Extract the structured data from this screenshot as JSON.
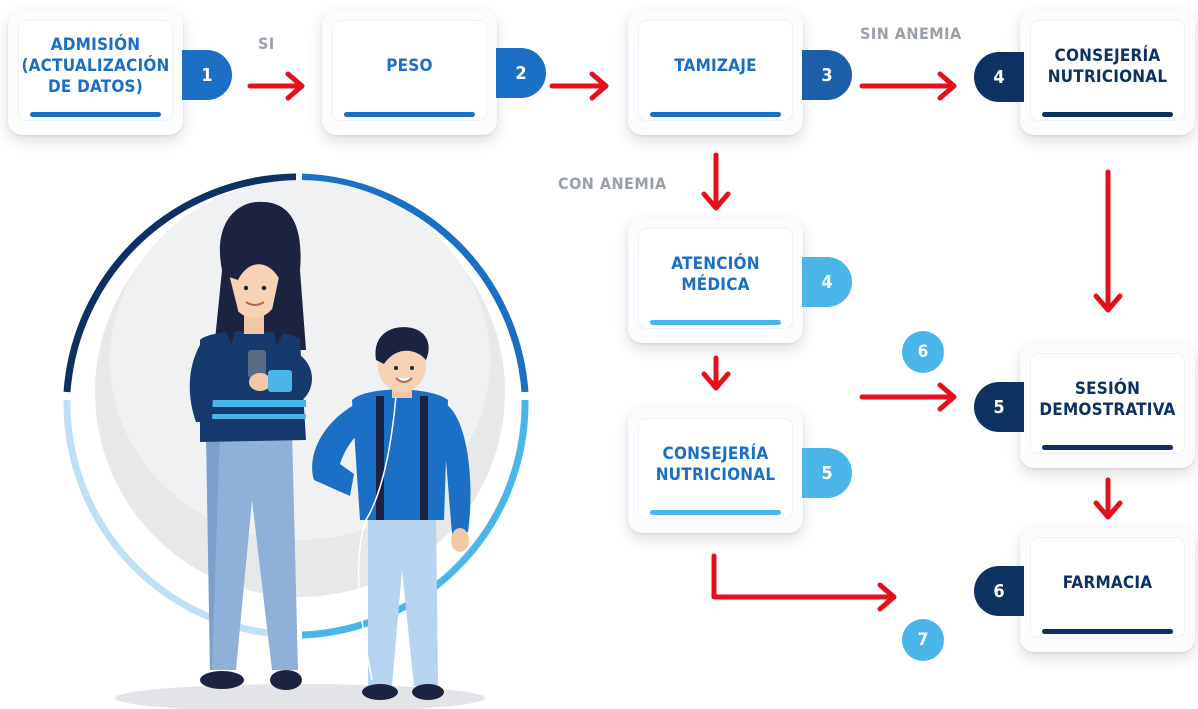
{
  "colors": {
    "red": "#e4101c",
    "dark_navy": "#0d3160",
    "royal_blue": "#1b6fc4",
    "sky_blue": "#4ab5e8",
    "label_blue": "#1a6fc4",
    "gray": "#9aa0a8"
  },
  "boxes": {
    "admision": {
      "label": "ADMISIÓN\n(ACTUALIZACIÓN\nDE DATOS)",
      "step": "1"
    },
    "peso": {
      "label": "PESO",
      "step": "2"
    },
    "tamizaje": {
      "label": "TAMIZAJE",
      "step": "3"
    },
    "consejeria_top": {
      "label": "CONSEJERÍA\nNUTRICIONAL",
      "step": "4"
    },
    "atencion": {
      "label": "ATENCIÓN\nMÉDICA",
      "step": "4"
    },
    "consejeria_mid": {
      "label": "CONSEJERÍA\nNUTRICIONAL",
      "step": "5"
    },
    "sesion": {
      "label": "SESIÓN\nDEMOSTRATIVA",
      "step": "5"
    },
    "farmacia": {
      "label": "FARMACIA",
      "step": "6"
    }
  },
  "arrow_labels": {
    "si": "SI",
    "sin_anemia": "SIN ANEMIA",
    "con_anemia": "CON ANEMIA"
  },
  "circle_badges": {
    "to_sesion": "6",
    "to_farmacia": "7"
  },
  "illustration": {
    "subject": "mother-and-son"
  }
}
